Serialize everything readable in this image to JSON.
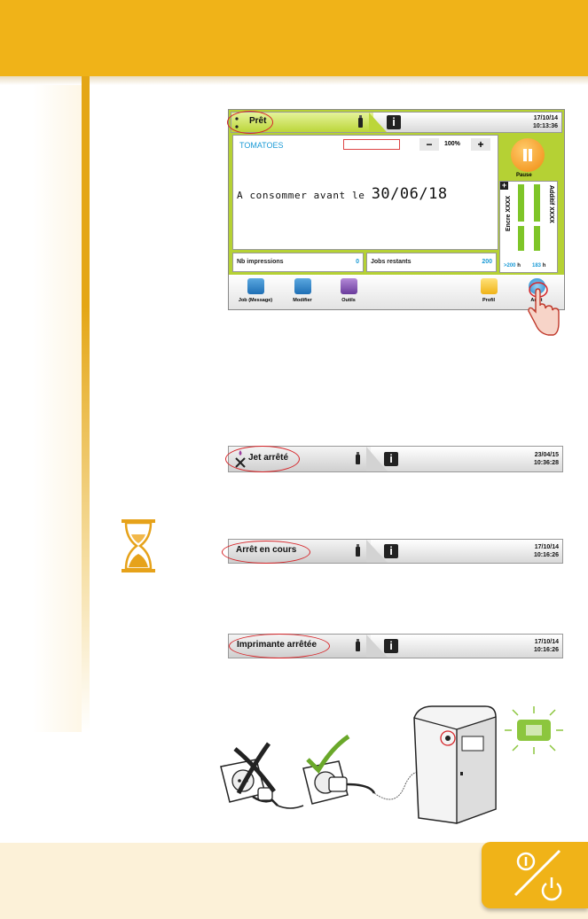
{
  "main_screen": {
    "status": {
      "label": "Prêt",
      "date": "17/10/14",
      "time": "10:13:36"
    },
    "message": {
      "name": "TOMATOES",
      "zoom": "100%",
      "text": "A consommer avant le ",
      "date": "30/06/18"
    },
    "counters": {
      "impressions_label": "Nb impressions",
      "impressions_value": "0",
      "jobs_label": "Jobs restants",
      "jobs_value": "200"
    },
    "pause_label": "Pause",
    "levels": {
      "ink_label": "Encre XXXX",
      "additive_label": "Additif XXXX",
      "ink_value": ">200",
      "ink_unit": "h",
      "additive_value": "183",
      "additive_unit": "h"
    },
    "toolbar": {
      "job": "Job (Message)",
      "modify": "Modifier",
      "tools": "Outils",
      "profile": "Profil",
      "stop": "Arrêt"
    }
  },
  "status_bars": [
    {
      "label": "Jet arrêté",
      "date": "23/04/15",
      "time": "10:36:28"
    },
    {
      "label": "Arrêt en cours",
      "date": "17/10/14",
      "time": "10:16:26"
    },
    {
      "label": "Imprimante arrêtée",
      "date": "17/10/14",
      "time": "10:16:26"
    }
  ],
  "icons": [
    "info-icon",
    "usb-icon",
    "pause-icon",
    "hand-pointer-icon",
    "hourglass-icon",
    "power-icon",
    "check-icon",
    "cross-icon"
  ],
  "colors": {
    "brand": "#f0b318",
    "screen_green": "#b5d134",
    "accent_blue": "#1a9ad6",
    "highlight_red": "#d6262a"
  }
}
